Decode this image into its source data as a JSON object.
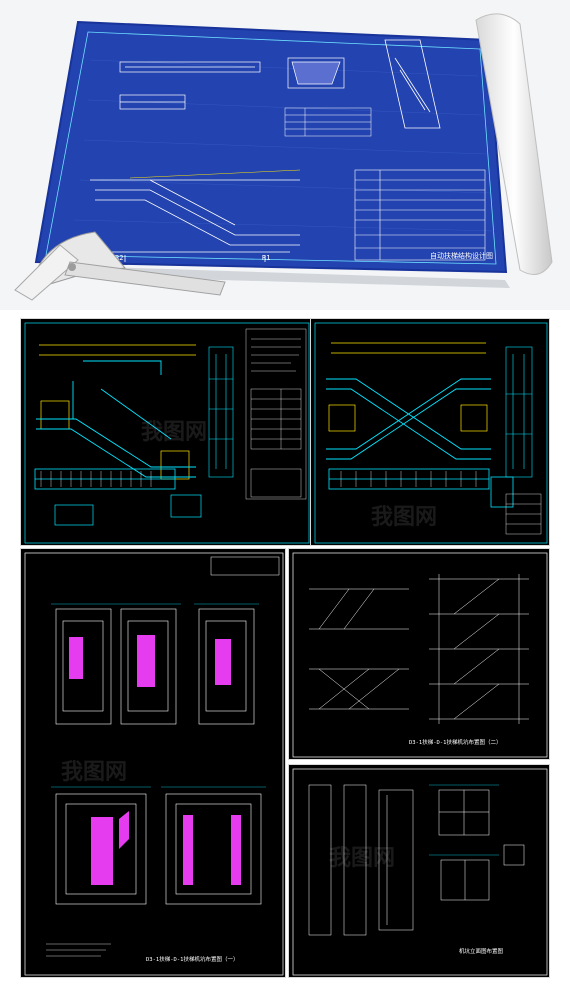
{
  "blueprint": {
    "title_block_title": "自动扶梯结构设计图",
    "marker_left": "R2",
    "marker_right": "R1"
  },
  "sheets": {
    "single_escalator": {
      "name": "single-escalator-sheet"
    },
    "cross_escalator": {
      "name": "cross-escalator-sheet"
    },
    "plans": {
      "caption": "D3-1扶梯-D-1扶梯机坑布置图（一）"
    },
    "sections_top": {
      "caption": "D3-1扶梯-D-1扶梯机坑布置图（二）"
    },
    "sections_bottom": {
      "caption": "机坑立面图布置图"
    }
  },
  "watermark": {
    "text": "我图网"
  },
  "colors": {
    "blueprint": "#1f3fa8",
    "cad_bg": "#000000",
    "cyan": "#00e5ff",
    "yellow": "#ffe600",
    "magenta": "#e63cf0",
    "white": "#ffffff"
  }
}
